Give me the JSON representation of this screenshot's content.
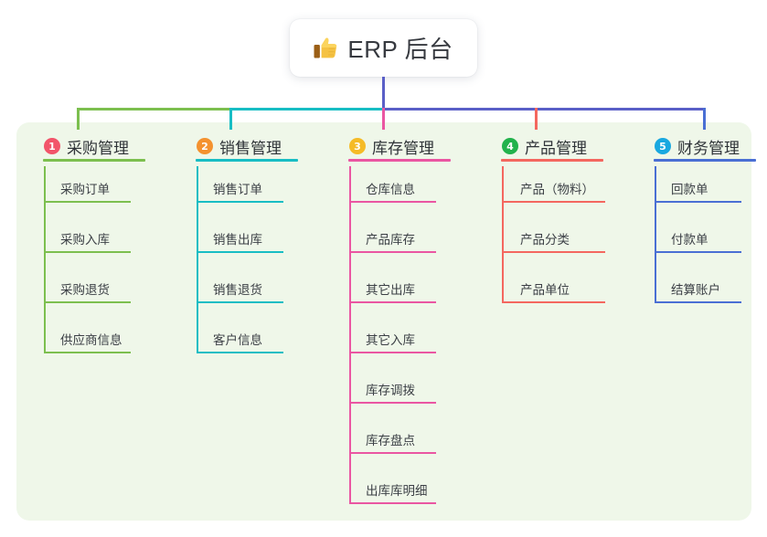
{
  "diagram": {
    "type": "mind-map",
    "root": {
      "icon": "thumbs-up-icon",
      "title": "ERP 后台"
    },
    "panel_color": "#eff7e9",
    "branches": [
      {
        "index": "1",
        "label": "采购管理",
        "badge_color": "#f2546a",
        "line_color": "#7cbf4f",
        "children": [
          "采购订单",
          "采购入库",
          "采购退货",
          "供应商信息"
        ]
      },
      {
        "index": "2",
        "label": "销售管理",
        "badge_color": "#f4922f",
        "line_color": "#18bdc4",
        "children": [
          "销售订单",
          "销售出库",
          "销售退货",
          "客户信息"
        ]
      },
      {
        "index": "3",
        "label": "库存管理",
        "badge_color": "#f5bb27",
        "line_color": "#ea56a2",
        "children": [
          "仓库信息",
          "产品库存",
          "其它出库",
          "其它入库",
          "库存调拨",
          "库存盘点",
          "出库库明细"
        ]
      },
      {
        "index": "4",
        "label": "产品管理",
        "badge_color": "#22b24c",
        "line_color": "#f4675f",
        "children": [
          "产品（物料）",
          "产品分类",
          "产品单位"
        ]
      },
      {
        "index": "5",
        "label": "财务管理",
        "badge_color": "#19a8e0",
        "line_color": "#4a6fd4",
        "children": [
          "回款单",
          "付款单",
          "结算账户"
        ]
      }
    ],
    "bus_colors": {
      "root_drop": "#5a5fc7",
      "segment_1_2": "#7cbf4f",
      "segment_2_3": "#18bdc4",
      "segment_3_5": "#5a5fc7"
    }
  }
}
